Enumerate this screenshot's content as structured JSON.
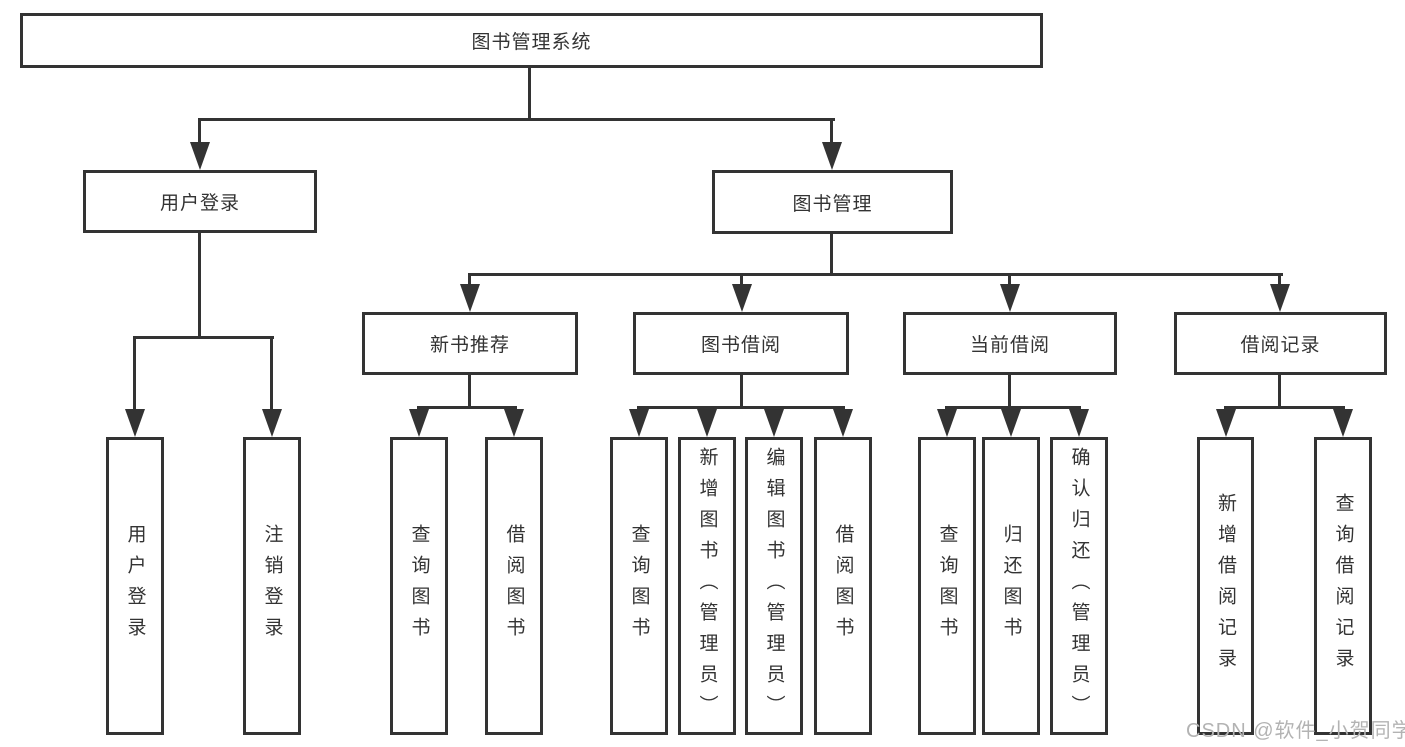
{
  "diagram": {
    "root": {
      "label": "图书管理系统"
    },
    "level2": [
      {
        "id": "user-login",
        "label": "用户登录"
      },
      {
        "id": "book-management",
        "label": "图书管理"
      }
    ],
    "level3": [
      {
        "id": "new-book-recommend",
        "label": "新书推荐",
        "parent": "book-management"
      },
      {
        "id": "book-borrow",
        "label": "图书借阅",
        "parent": "book-management"
      },
      {
        "id": "current-borrow",
        "label": "当前借阅",
        "parent": "book-management"
      },
      {
        "id": "borrow-record",
        "label": "借阅记录",
        "parent": "book-management"
      }
    ],
    "leaves": [
      {
        "label": "用户登录",
        "parent": "user-login"
      },
      {
        "label": "注销登录",
        "parent": "user-login"
      },
      {
        "label": "查询图书",
        "parent": "new-book-recommend"
      },
      {
        "label": "借阅图书",
        "parent": "new-book-recommend"
      },
      {
        "label": "查询图书",
        "parent": "book-borrow"
      },
      {
        "label": "新增图书（管理员）",
        "parent": "book-borrow"
      },
      {
        "label": "编辑图书（管理员）",
        "parent": "book-borrow"
      },
      {
        "label": "借阅图书",
        "parent": "book-borrow"
      },
      {
        "label": "查询图书",
        "parent": "current-borrow"
      },
      {
        "label": "归还图书",
        "parent": "current-borrow"
      },
      {
        "label": "确认归还（管理员）",
        "parent": "current-borrow"
      },
      {
        "label": "新增借阅记录",
        "parent": "borrow-record"
      },
      {
        "label": "查询借阅记录",
        "parent": "borrow-record"
      }
    ]
  },
  "watermark": {
    "text": "CSDN @软件_小贺同学"
  },
  "colors": {
    "line": "#333333",
    "text": "#333333",
    "background": "#ffffff",
    "watermark": "#b3b3b3"
  }
}
